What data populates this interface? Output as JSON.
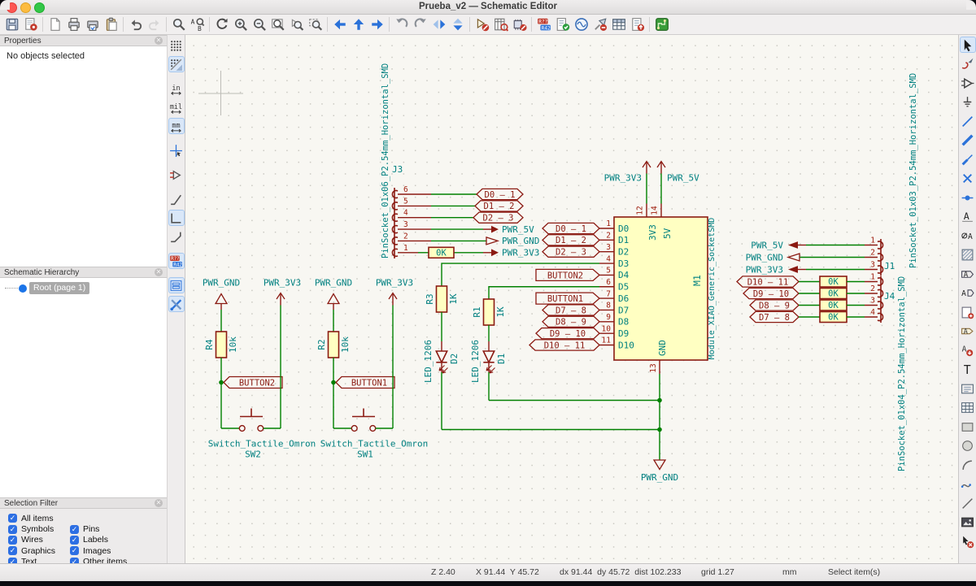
{
  "window": {
    "title": "Prueba_v2 — Schematic Editor"
  },
  "status_bar": {
    "zoom": "Z 2.40",
    "pos": "X 91.44  Y 45.72",
    "delta": "dx 91.44  dy 45.72  dist 102.233",
    "grid": "grid 1.27",
    "units": "mm",
    "hint": "Select item(s)"
  },
  "panels": {
    "properties": {
      "title": "Properties",
      "empty": "No objects selected"
    },
    "hierarchy": {
      "title": "Schematic Hierarchy",
      "root": "Root (page 1)"
    },
    "filter": {
      "title": "Selection Filter",
      "items": [
        "All items",
        "Symbols",
        "Wires",
        "Graphics",
        "Text",
        "Pins",
        "Labels",
        "Images",
        "Other items"
      ]
    }
  },
  "toolbars": {
    "top": [
      {
        "name": "save"
      },
      {
        "name": "schematic-setup"
      },
      "|",
      {
        "name": "new-page"
      },
      {
        "name": "print"
      },
      {
        "name": "plot"
      },
      {
        "name": "paste"
      },
      "|",
      {
        "name": "undo"
      },
      {
        "name": "redo",
        "disabled": true
      },
      "|",
      {
        "name": "find"
      },
      {
        "name": "find-replace"
      },
      "|",
      {
        "name": "refresh"
      },
      {
        "name": "zoom-in"
      },
      {
        "name": "zoom-out"
      },
      {
        "name": "zoom-fit"
      },
      {
        "name": "zoom-objects"
      },
      {
        "name": "zoom-selection"
      },
      "|",
      {
        "name": "nav-back"
      },
      {
        "name": "nav-up"
      },
      {
        "name": "nav-forward"
      },
      "|",
      {
        "name": "rotate-ccw"
      },
      {
        "name": "rotate-cw"
      },
      {
        "name": "mirror-h"
      },
      {
        "name": "mirror-v"
      },
      "|",
      {
        "name": "symbol-edit"
      },
      {
        "name": "symbol-fields-table"
      },
      {
        "name": "assign-footprints"
      },
      "|",
      {
        "name": "annotate"
      },
      {
        "name": "erc"
      },
      {
        "name": "simulator"
      },
      {
        "name": "probe"
      },
      {
        "name": "spreadsheet"
      },
      {
        "name": "bom"
      },
      "|",
      {
        "name": "pcbnew"
      }
    ],
    "left": [
      {
        "name": "grid-dots"
      },
      {
        "name": "grid-override",
        "active": true
      },
      {
        "gap": 1
      },
      {
        "name": "unit-in",
        "label": "in"
      },
      {
        "name": "unit-mil",
        "label": "mil"
      },
      {
        "name": "unit-mm",
        "label": "mm",
        "active": true
      },
      {
        "gap": 1
      },
      {
        "name": "cursor-style"
      },
      {
        "gap": 1
      },
      {
        "name": "hidden-pins"
      },
      {
        "gap": 1
      },
      {
        "name": "free-angle"
      },
      {
        "name": "hv-lines",
        "active": true
      },
      {
        "name": "line-45"
      },
      {
        "gap": 1
      },
      {
        "name": "annotate",
        "active": true
      },
      {
        "gap": 1
      },
      {
        "name": "hierarchy-nav",
        "active": true
      },
      {
        "name": "properties-tools",
        "active": true
      }
    ],
    "right": [
      {
        "name": "select",
        "active": true
      },
      {
        "name": "highlight-net"
      },
      {
        "name": "add-symbol"
      },
      {
        "name": "add-power"
      },
      {
        "name": "add-wire"
      },
      {
        "name": "add-bus"
      },
      {
        "name": "add-bus-entry"
      },
      {
        "name": "no-connect"
      },
      {
        "name": "junction"
      },
      {
        "name": "add-label"
      },
      {
        "name": "net-class"
      },
      {
        "name": "rule-area"
      },
      {
        "name": "global-label"
      },
      {
        "name": "hier-label"
      },
      {
        "name": "add-sheet"
      },
      {
        "name": "sheet-pin"
      },
      {
        "name": "import-sheet-pin"
      },
      {
        "name": "add-text"
      },
      {
        "name": "text-box"
      },
      {
        "name": "add-table"
      },
      {
        "name": "add-rect"
      },
      {
        "name": "add-circle"
      },
      {
        "name": "add-arc"
      },
      {
        "name": "add-bezier"
      },
      {
        "name": "add-line"
      },
      {
        "name": "add-image"
      },
      {
        "name": "delete-tool"
      }
    ]
  },
  "schematic": {
    "nets": {
      "pwr_5v": "PWR_5V",
      "pwr_gnd": "PWR_GND",
      "pwr_3v3": "PWR_3V3",
      "btn1": "BUTTON1",
      "btn2": "BUTTON2",
      "d0": "D0 – 1",
      "d1": "D1 – 2",
      "d2": "D2 – 3",
      "d7": "D7 – 8",
      "d8": "D8 – 9",
      "d9": "D9 – 10",
      "d10": "D10 – 11",
      "jumper": "0K"
    },
    "j3": {
      "ref": "J3",
      "fp": "PinSocket_01x06_P2.54mm_Horizontal_SMD",
      "pins": [
        "6",
        "5",
        "4",
        "3",
        "2",
        "1"
      ]
    },
    "m1": {
      "ref": "M1",
      "value": "Module_XIAO_Generic_SocketSMD",
      "pins": [
        "1",
        "2",
        "3",
        "4",
        "5",
        "6",
        "7",
        "8",
        "9",
        "10",
        "11"
      ],
      "names": [
        "D0",
        "D1",
        "D2",
        "D3",
        "D4",
        "D5",
        "D6",
        "D7",
        "D8",
        "D9",
        "D10"
      ],
      "top_pins": [
        "12",
        "14"
      ],
      "top_names": [
        "3V3",
        "5V"
      ],
      "bottom_pin": "13",
      "bottom_name": "GND"
    },
    "r4": {
      "ref": "R4",
      "val": "10k"
    },
    "r2": {
      "ref": "R2",
      "val": "10k"
    },
    "r3": {
      "ref": "R3",
      "val": "1K"
    },
    "r1": {
      "ref": "R1",
      "val": "1K"
    },
    "d2": {
      "ref": "D2",
      "fp": "LED_1206"
    },
    "d1": {
      "ref": "D1",
      "fp": "LED_1206"
    },
    "sw2": {
      "ref": "SW2",
      "fp": "Switch_Tactile_Omron"
    },
    "sw1": {
      "ref": "SW1",
      "fp": "Switch_Tactile_Omron"
    },
    "j1": {
      "ref": "J1",
      "fp": "PinSocket_01x03_P2.54mm_Horizontal_SMD",
      "pins": [
        "1",
        "2",
        "3"
      ]
    },
    "j4": {
      "ref": "J4",
      "fp": "PinSocket_01x04_P2.54mm_Horizontal_SMD",
      "pins": [
        "1",
        "2",
        "3",
        "4"
      ]
    }
  },
  "colors": {
    "wire": "#008000",
    "symbol": "#8B1A12",
    "field": "#008080",
    "fill": "#FFFFC2",
    "canvas": "#F8F7F2"
  }
}
